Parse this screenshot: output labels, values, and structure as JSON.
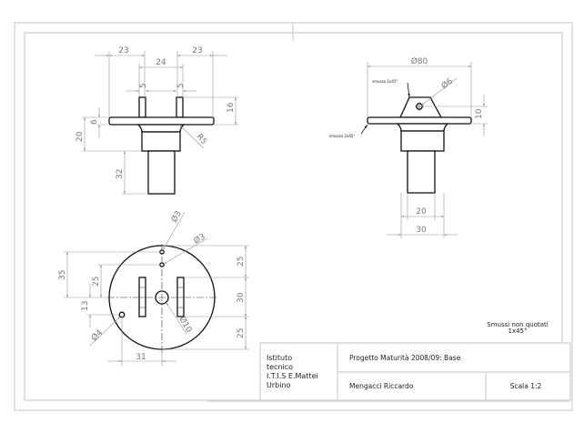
{
  "dimensions": {
    "front": {
      "d23_left": "23",
      "d23_right": "23",
      "d24": "24",
      "d5_left": "5",
      "d5_right": "5",
      "d16": "16",
      "d6": "6",
      "d20": "20",
      "d32": "32",
      "r5": "R5"
    },
    "side": {
      "d80": "Ø80",
      "d6": "Ø6",
      "d10": "10",
      "d20": "20",
      "d30": "30",
      "chamfer_top": "smusso 1x45°",
      "chamfer_flange": "smusso 2x45°"
    },
    "top": {
      "d3_a": "Ø3",
      "d3_b": "Ø3",
      "d10": "Ø10",
      "d4": "Ø4",
      "d35": "35",
      "d25_left": "25",
      "d13": "13",
      "d31": "31",
      "d25_top": "25",
      "d30": "30",
      "d25_bottom": "25"
    }
  },
  "note": {
    "line1": "Smussi non quotati",
    "line2": "1x45°"
  },
  "title_block": {
    "school_line1": "Istituto",
    "school_line2": "tecnico",
    "school_line3": "I.T.I.S  E.Mattei",
    "school_line4": "Urbino",
    "project": "Progetto Maturità 2008/09: Base",
    "author": "Mengacci Riccardo",
    "scale": "Scala 1:2"
  }
}
